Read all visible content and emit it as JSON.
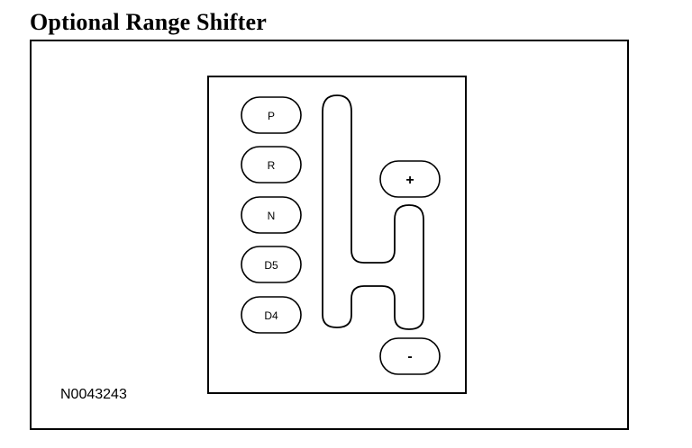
{
  "title": "Optional Range Shifter",
  "gears": [
    "P",
    "R",
    "N",
    "D5",
    "D4"
  ],
  "manual": {
    "plus": "+",
    "minus": "-"
  },
  "figure_id": "N0043243"
}
